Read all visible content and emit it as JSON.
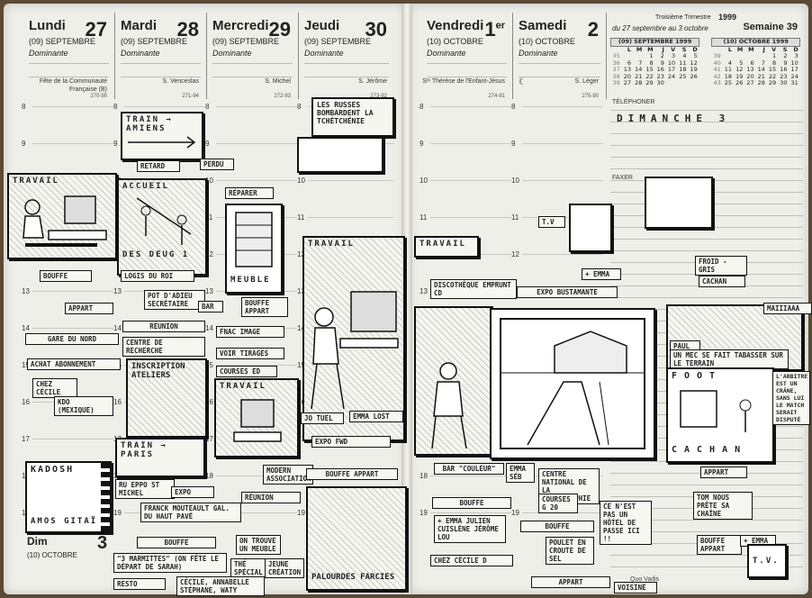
{
  "left_page": {
    "days": [
      {
        "name": "Lundi",
        "num": "27",
        "month": "(09) SEPTEMBRE",
        "dominante": "Dominante",
        "saint": "Fête de la Communauté Française (B)",
        "code": "270-95"
      },
      {
        "name": "Mardi",
        "num": "28",
        "month": "(09) SEPTEMBRE",
        "dominante": "Dominante",
        "saint": "S. Venceslas",
        "code": "271-94"
      },
      {
        "name": "Mercredi",
        "num": "29",
        "month": "(09) SEPTEMBRE",
        "dominante": "Dominante",
        "saint": "S. Michel",
        "code": "272-93"
      },
      {
        "name": "Jeudi",
        "num": "30",
        "month": "(09) SEPTEMBRE",
        "dominante": "Dominante",
        "saint": "S. Jérôme",
        "code": "273-92"
      }
    ],
    "hours": [
      "8",
      "9",
      "10",
      "11",
      "12",
      "13",
      "14",
      "15",
      "16",
      "17",
      "18",
      "19"
    ],
    "sunday_label": "Dim",
    "sunday_month": "(10) OCTOBRE",
    "sunday_num": "3"
  },
  "right_page": {
    "days": [
      {
        "name": "Vendredi",
        "num": "1",
        "sup": "er",
        "month": "(10) OCTOBRE",
        "dominante": "Dominante",
        "saint": "Sᵗᵉ Thérèse de l'Enfant-Jésus",
        "code": "274-91"
      },
      {
        "name": "Samedi",
        "num": "2",
        "month": "(10) OCTOBRE",
        "dominante": "Dominante",
        "saint": "S. Léger",
        "code": "275-90"
      }
    ],
    "trimestre": "Troisième Trimestre",
    "year": "1999",
    "week_range": "du 27 septembre au 3 octobre",
    "week_label": "Semaine 39",
    "cal_sept": {
      "title": "(09) SEPTEMBRE 1999",
      "head": [
        "",
        "L",
        "M",
        "M",
        "J",
        "V",
        "S",
        "D"
      ],
      "rows": [
        [
          "35",
          "",
          "",
          "1",
          "2",
          "3",
          "4",
          "5"
        ],
        [
          "36",
          "6",
          "7",
          "8",
          "9",
          "10",
          "11",
          "12"
        ],
        [
          "37",
          "13",
          "14",
          "15",
          "16",
          "17",
          "18",
          "19"
        ],
        [
          "38",
          "20",
          "21",
          "22",
          "23",
          "24",
          "25",
          "26"
        ],
        [
          "39",
          "27",
          "28",
          "29",
          "30",
          "",
          "",
          ""
        ]
      ]
    },
    "cal_oct": {
      "title": "(10) OCTOBRE 1999",
      "head": [
        "",
        "L",
        "M",
        "M",
        "J",
        "V",
        "S",
        "D"
      ],
      "rows": [
        [
          "39",
          "",
          "",
          "",
          "",
          "1",
          "2",
          "3"
        ],
        [
          "40",
          "4",
          "5",
          "6",
          "7",
          "8",
          "9",
          "10"
        ],
        [
          "41",
          "11",
          "12",
          "13",
          "14",
          "15",
          "16",
          "17"
        ],
        [
          "42",
          "18",
          "19",
          "20",
          "21",
          "22",
          "23",
          "24"
        ],
        [
          "43",
          "25",
          "26",
          "27",
          "28",
          "29",
          "30",
          "31"
        ]
      ]
    },
    "telephoner": "TÉLÉPHONER",
    "faxer": "FAXER",
    "footer": "Quo Vadis"
  },
  "sketches": {
    "train_amiens": "TRAIN → AMIENS",
    "retard": "RETARD",
    "perdu": "PERDU",
    "travail_lundi": "TRAVAIL",
    "accueil": "ACCUEIL",
    "des_deug": "DES DEUG 1",
    "bouffe": "BOUFFE",
    "appart": "APPART",
    "gare_nord": "GARE DU NORD",
    "achat": "ACHAT ABONNEMENT",
    "chez_cecile": "CHEZ CÉCILE",
    "kdo": "KDO (MEXIQUE)",
    "kadosh": "KADOSH",
    "amos": "AMOS GITAÏ",
    "logis": "LOGIS DU ROI",
    "pot": "POT D'ADIEU SECRÉTAIRE",
    "bar": "BAR",
    "reunion": "RÉUNION",
    "centre": "CENTRE DE RECHERCHE",
    "inscription": "INSCRIPTION ATELIERS",
    "train_paris": "TRAIN → PARIS",
    "expo": "EXPO",
    "ru_epp": "RU EPPO ST MICHEL",
    "franck": "FRANCK MOUTEAULT GAL. DU HAUT PAVÉ",
    "bouffe_3": "BOUFFE",
    "marmittes": "\"3 MARMITTES\" (ON FÊTE LE DÉPART DE SARAH)",
    "resto": "RESTO",
    "reparer": "RÉPARER",
    "meuble": "MEUBLE",
    "bouffe_appart_1": "BOUFFE APPART",
    "fnac": "FNAC IMAGE",
    "voir": "VOIR TIRAGES",
    "courses": "COURSES ED",
    "travail_merc": "TRAVAIL",
    "modern": "MODERN ASSOCIATION",
    "reunion2": "RÉUNION",
    "on_trouve": "ON TROUVE UN MEUBLE",
    "the_special": "THÉ SPÉCIAL",
    "jeune": "JEUNE CRÉATION",
    "cecile_annabelle": "CÉCILE, ANNABELLE STÉPHANE, WATY",
    "russes": "LES RUSSES BOMBARDENT LA TCHÉTCHÉNIE",
    "travail_jeudi": "TRAVAIL",
    "jo_tuel": "JO TUEL",
    "emma_lost": "EMMA LOST",
    "expo_fwd": "EXPO FWD",
    "bouffe_appart_2": "BOUFFE APPART",
    "palourdes": "PALOURDES FARCIES",
    "travail_vend": "TRAVAIL",
    "discotheque": "DISCOTHÈQUE EMPRUNT CD",
    "bar_couleur": "BAR \"COULEUR\"",
    "emma_seb": "EMMA SÉB",
    "bouffe_vend": "BOUFFE",
    "emma_julien": "+ EMMA JULIEN CUISLÈNE JÉRÔME LOU",
    "chez_cecile_d": "CHEZ CÉCILE D",
    "tv": "T.V",
    "expo_bustamante": "EXPO BUSTAMANTE",
    "emma_2": "+ EMMA",
    "centre_photo": "CENTRE NATIONAL DE LA PHOTOGRAPHIE",
    "courses_g20": "COURSES G 20",
    "bouffe_sam": "BOUFFE",
    "poulet": "POULET EN CROUTE DE SEL",
    "appart_sam": "APPART",
    "voisine": "VOISINE",
    "hotel": "CE N'EST PAS UN HÔTEL DE PASSE ICI !!",
    "dimanche": "DIMANCHE 3",
    "froid": "FROID - GRIS",
    "cachan": "CACHAN",
    "foot": "FOOT",
    "cacha": "CACHAN",
    "tabasser": "UN MEC SE FAIT TABASSER SUR LE TERRAIN",
    "appart_dim": "APPART",
    "tom": "TOM NOUS PRÊTE SA CHAÎNE",
    "bouffe_dim": "BOUFFE APPART",
    "emma_dim": "+ EMMA",
    "tv_dim": "T.V.",
    "arbitre": "L'ARBITRE EST UN CRÂNE, SANS LUI LE MATCH SERAIT DISPUTÉ",
    "paul": "PAUL",
    "sulfur": "MAIIIAAA"
  }
}
